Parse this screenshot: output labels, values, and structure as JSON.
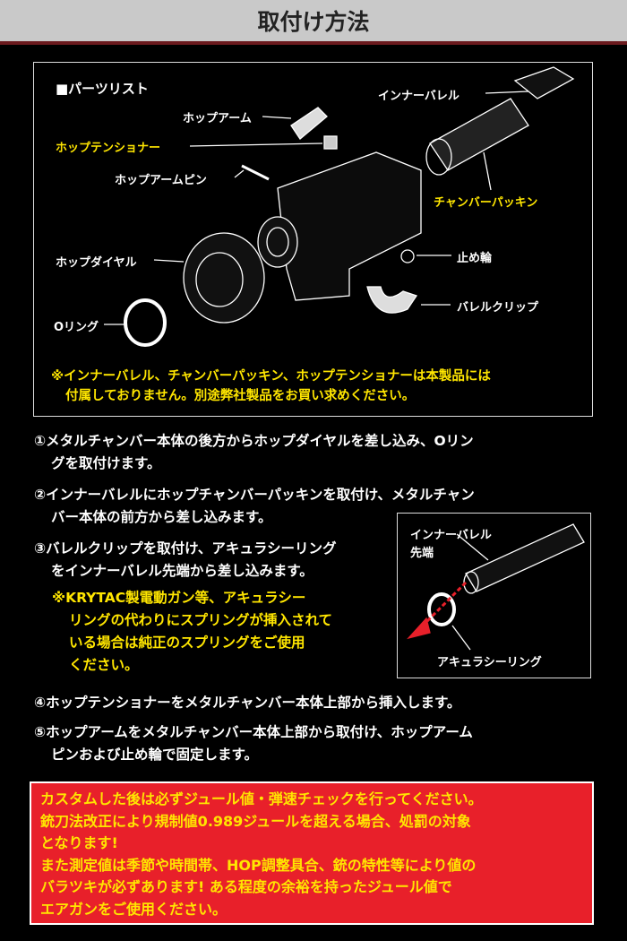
{
  "header": {
    "title": "取付け方法"
  },
  "parts": {
    "list_title": "■パーツリスト",
    "hop_arm": "ホップアーム",
    "hop_tensioner": "ホップテンショナー",
    "hop_arm_pin": "ホップアームピン",
    "hop_dial": "ホップダイヤル",
    "o_ring": "Oリング",
    "inner_barrel": "インナーバレル",
    "chamber_packing": "チャンバーパッキン",
    "stop_ring": "止め輪",
    "barrel_clip": "バレルクリップ",
    "note": [
      "※インナーバレル、チャンバーパッキン、ホップテンショナーは本製品には",
      "付属しておりません。別途弊社製品をお買い求めください。"
    ]
  },
  "steps": {
    "s1": [
      "①メタルチャンバー本体の後方からホップダイヤルを差し込み、Oリン",
      "グを取付けます。"
    ],
    "s2": [
      "②インナーバレルにホップチャンバーパッキンを取付け、メタルチャン",
      "バー本体の前方から差し込みます。"
    ],
    "s3": [
      "③バレルクリップを取付け、アキュラシーリング",
      "をインナーバレル先端から差し込みます。"
    ],
    "s3_note": [
      "※KRYTAC製電動ガン等、アキュラシー",
      "リングの代わりにスプリングが挿入されて",
      "いる場合は純正のスプリングをご使用",
      "ください。"
    ],
    "s4": "④ホップテンショナーをメタルチャンバー本体上部から挿入します。",
    "s5": [
      "⑤ホップアームをメタルチャンバー本体上部から取付け、ホップアーム",
      "ピンおよび止め輪で固定します。"
    ]
  },
  "inset": {
    "label1": "インナーバレル",
    "label2": "先端",
    "ring": "アキュラシーリング"
  },
  "warning": [
    "カスタムした後は必ずジュール値・弾速チェックを行ってください。",
    "銃刀法改正により規制値0.989ジュールを超える場合、処罰の対象",
    "となります!",
    "また測定値は季節や時間帯、HOP調整具合、銃の特性等により値の",
    "バラツキが必ずあります! ある程度の余裕を持ったジュール値で",
    "エアガンをご使用ください。"
  ]
}
